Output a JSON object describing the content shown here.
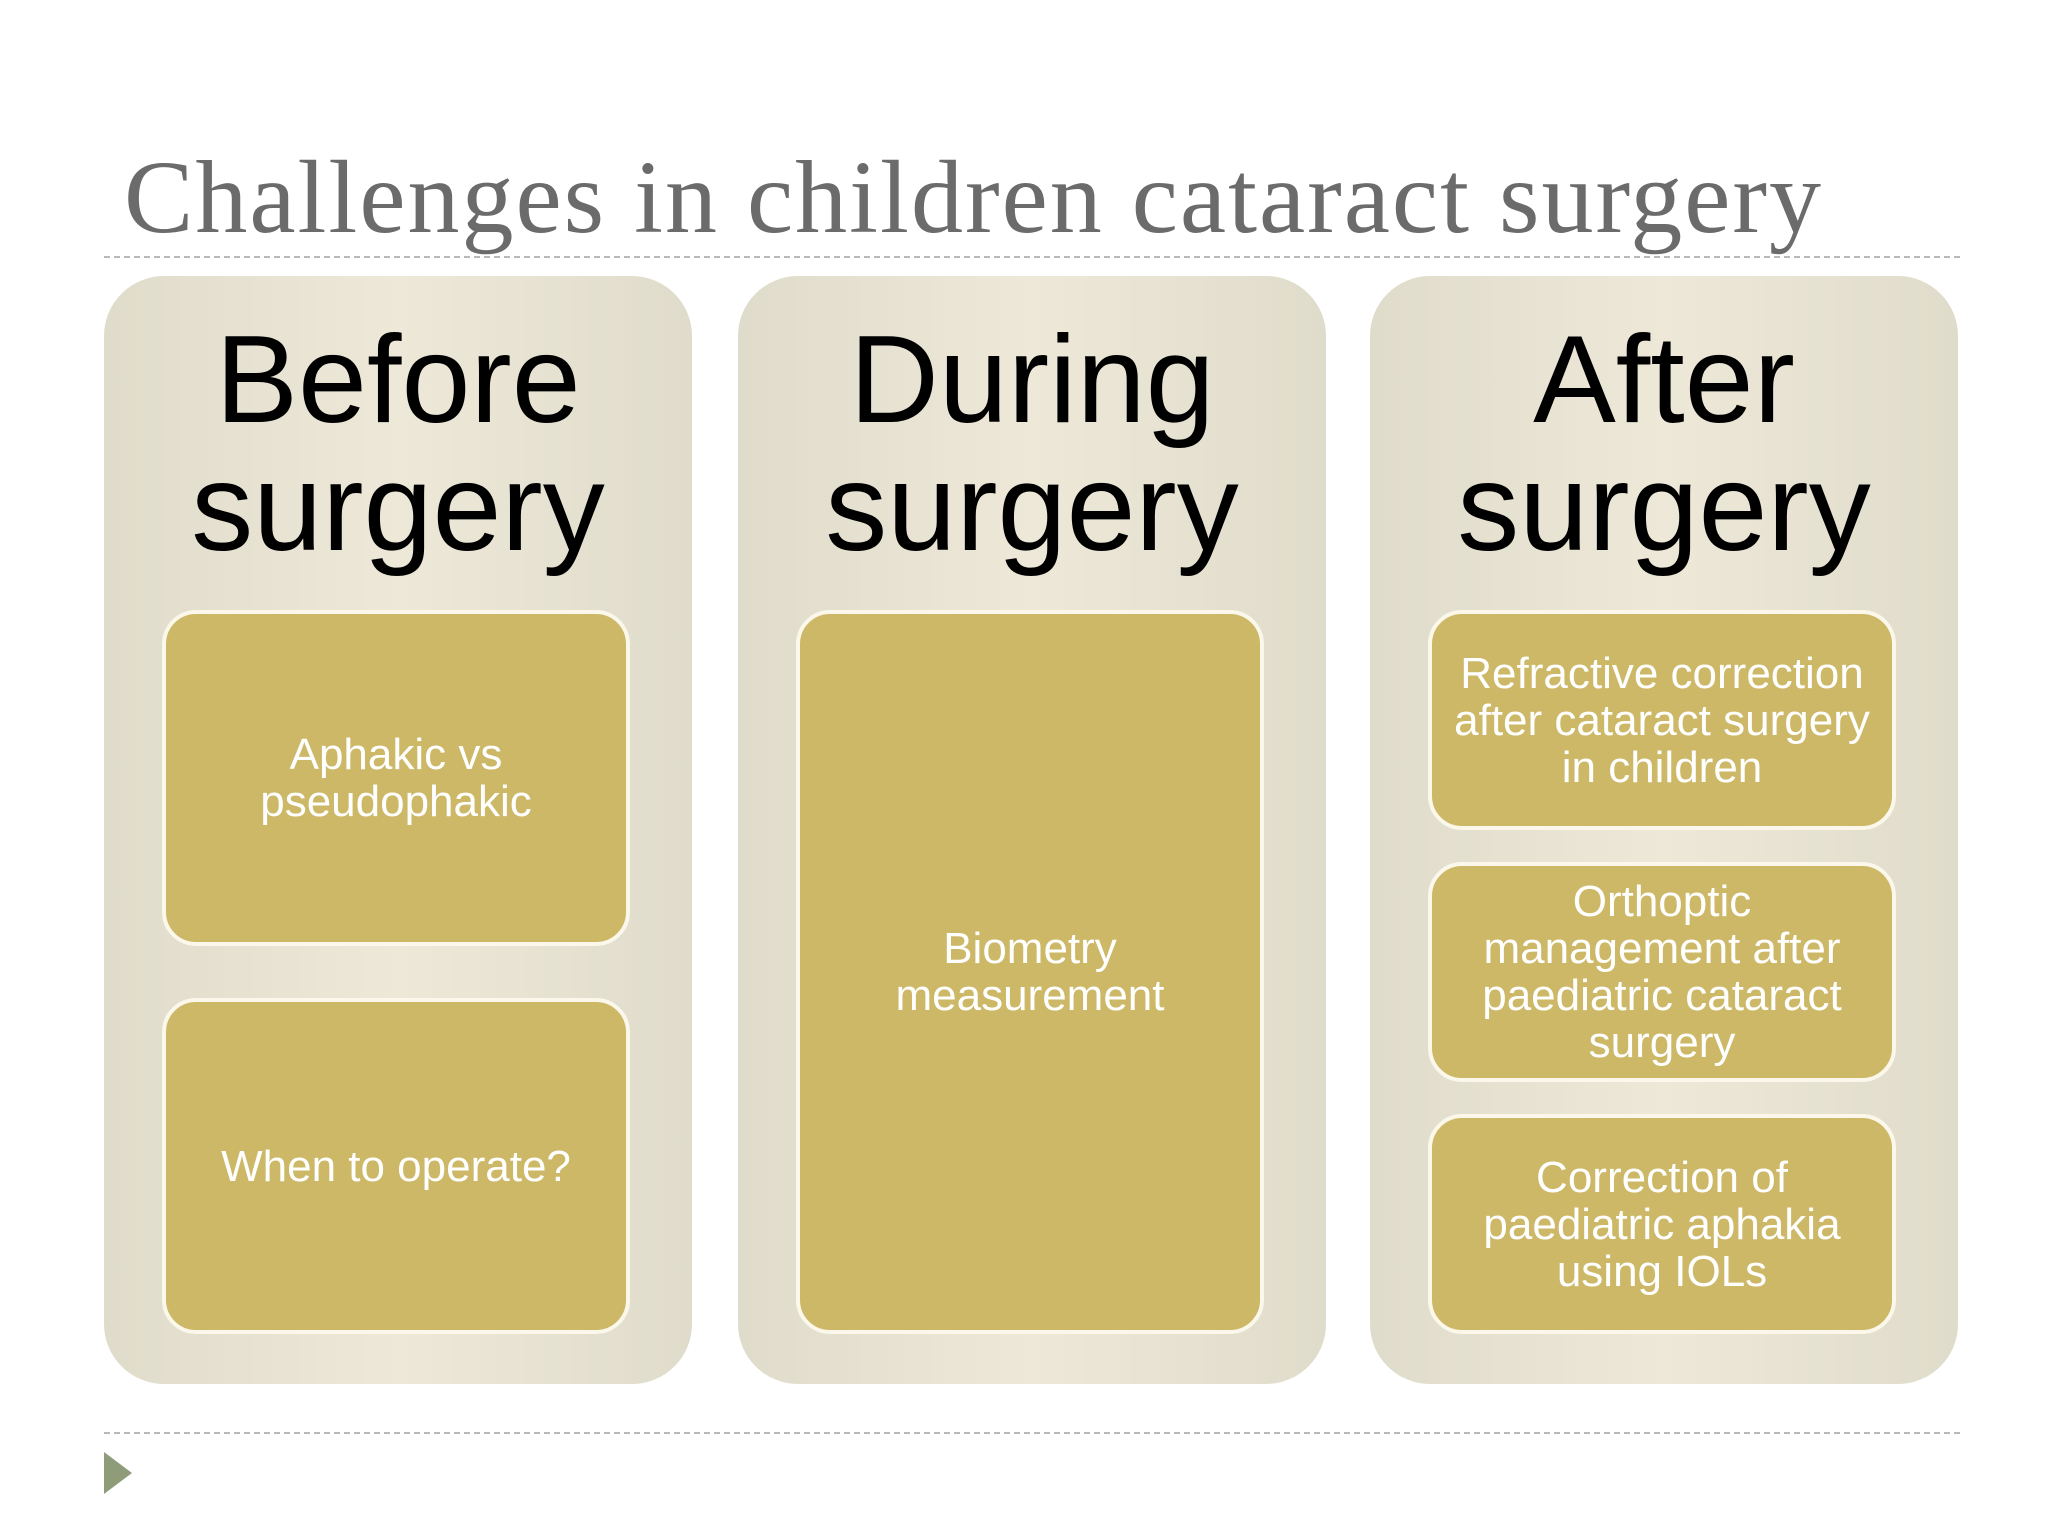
{
  "slide": {
    "title": "Challenges in children cataract surgery"
  },
  "columns": [
    {
      "heading_line1": "Before",
      "heading_line2": "surgery",
      "items": [
        "Aphakic vs pseudophakic",
        "When to operate?"
      ]
    },
    {
      "heading_line1": "During",
      "heading_line2": "surgery",
      "items": [
        "Biometry measurement"
      ]
    },
    {
      "heading_line1": "After",
      "heading_line2": "surgery",
      "items": [
        "Refractive correction after cataract surgery in children",
        "Orthoptic management after paediatric cataract surgery",
        "Correction of paediatric aphakia using IOLs"
      ]
    }
  ],
  "colors": {
    "column_fill": "#e7e2d1",
    "box_fill": "#ccb866",
    "box_border": "#fbf7ea",
    "title_text": "#6b6b6b",
    "marker": "#8f9c7a"
  },
  "icons": {
    "slide_marker": "triangle-right-icon"
  }
}
